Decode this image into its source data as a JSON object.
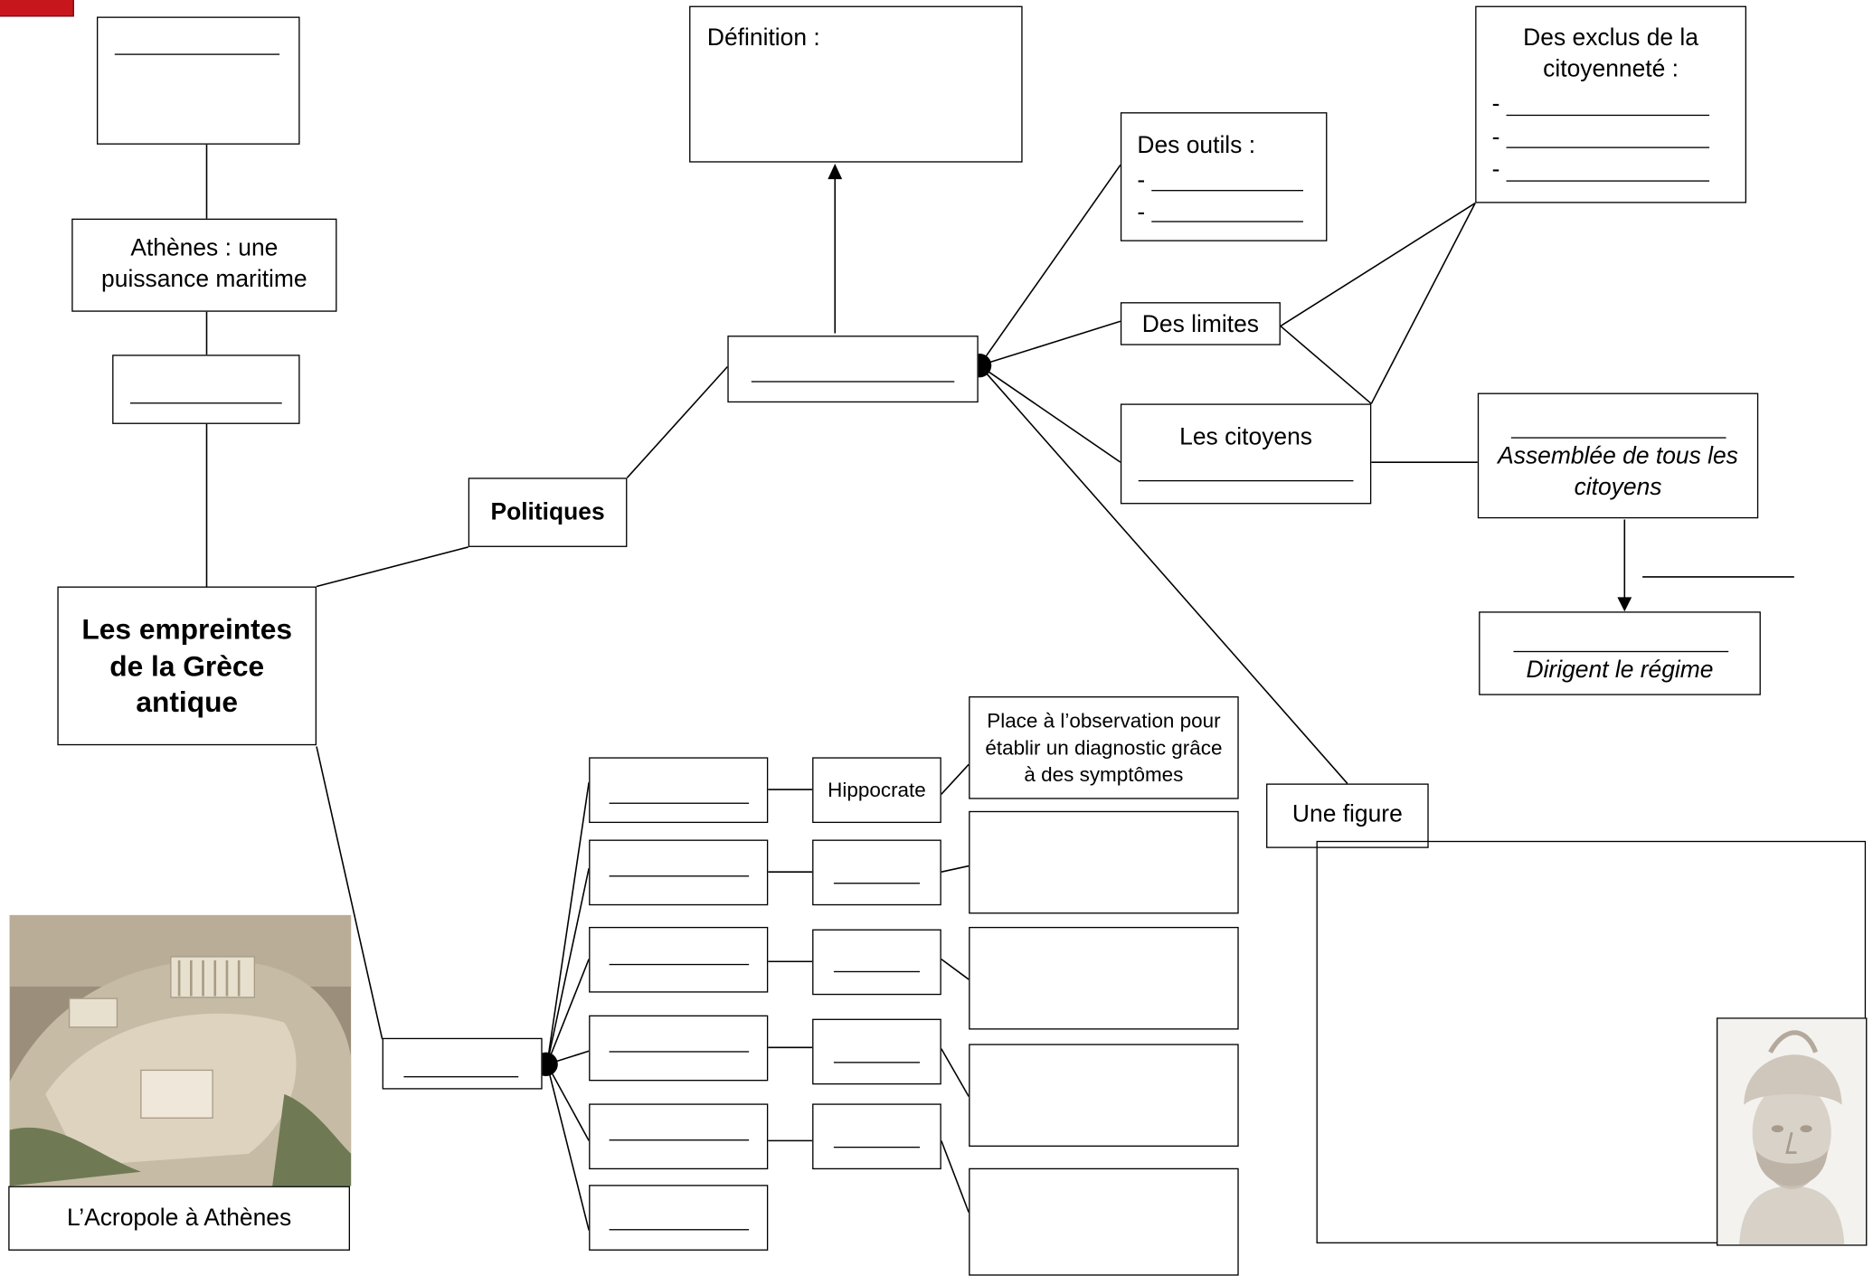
{
  "diagram": {
    "central_title": "Les empreintes de la Grèce antique",
    "athens_label": "Athènes : une puissance maritime",
    "politics_label": "Politiques",
    "definition_label": "Définition :",
    "tools_label": "Des outils :",
    "limits_label": "Des limites",
    "excluded_label": "Des exclus de la citoyenneté :",
    "citizens_label": "Les citoyens",
    "assembly_text": "Assemblée de tous les citoyens",
    "lead_text": "Dirigent le régime",
    "figure_label": "Une figure",
    "hippocrates_label": "Hippocrate",
    "observation_text": "Place à l’observation pour établir un diagnostic grâce à des symptômes",
    "acropolis_caption": "L’Acropole à Athènes",
    "dash": "-"
  },
  "icons": [
    "acropolis-photo",
    "pericles-bust-photo"
  ],
  "colors": {
    "line": "#000000",
    "header_tab": "#c8161d"
  }
}
